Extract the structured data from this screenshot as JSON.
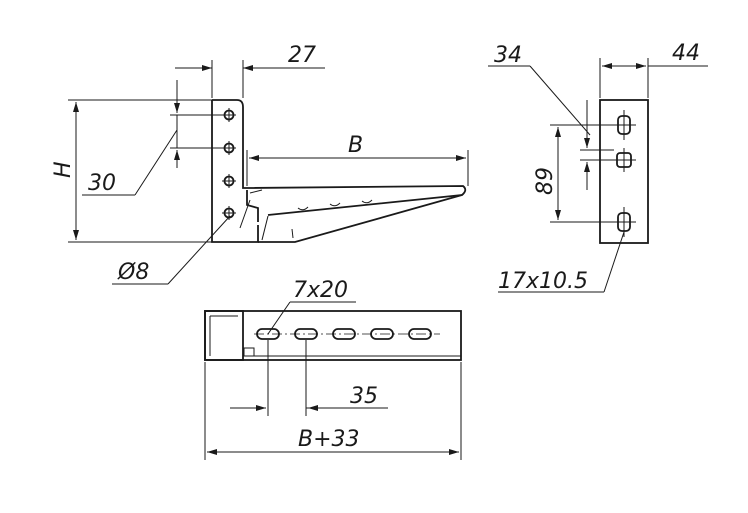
{
  "dimensions": {
    "flange_width": "27",
    "hole_pitch": "30",
    "height_label": "H",
    "length_label": "B",
    "hole_diameter": "Ø8",
    "side_a": "34",
    "side_b": "44",
    "side_pitch": "89",
    "slot_size": "17x10.5",
    "slot_top": "7x20",
    "slot_pitch": "35",
    "overall_length": "B+33"
  }
}
